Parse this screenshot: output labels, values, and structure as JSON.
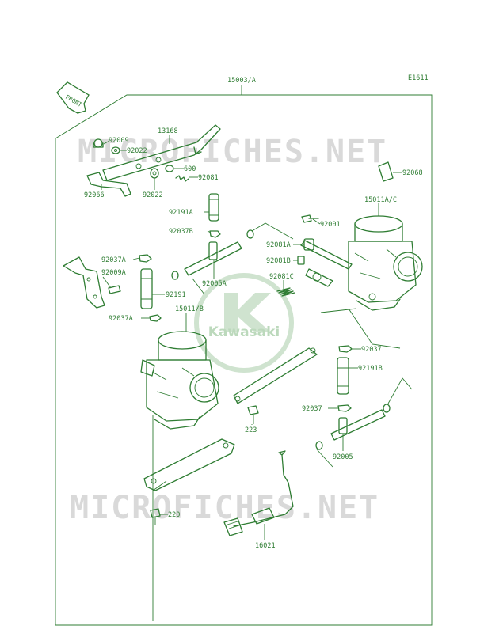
{
  "diagram": {
    "ref_code": "E1611",
    "front_label": "FRONT",
    "assembly_label": "15003/A",
    "brand_logo_text": "Kawasaki",
    "watermark": "MICROFICHES.NET",
    "colors": {
      "line": "#2f7d33",
      "watermark": "#d9d9d9",
      "background": "#ffffff"
    },
    "parts": {
      "p92009": "92009",
      "p13168": "13168",
      "p92022a": "92022",
      "p600": "600",
      "p92081": "92081",
      "p92066": "92066",
      "p92022b": "92022",
      "p92068": "92068",
      "p92191a": "92191A",
      "p15011ac": "15011A/C",
      "p92037b": "92037B",
      "p92001": "92001",
      "p92081a": "92081A",
      "p92037a1": "92037A",
      "p92081b": "92081B",
      "p92009a": "92009A",
      "p92005a": "92005A",
      "p92081c": "92081C",
      "p92191": "92191",
      "p15011b": "15011/B",
      "p92037a2": "92037A",
      "p92037": "92037",
      "p92191b": "92191B",
      "p92037c": "92037",
      "p223": "223",
      "p92005": "92005",
      "p220": "220",
      "p16021": "16021"
    }
  }
}
